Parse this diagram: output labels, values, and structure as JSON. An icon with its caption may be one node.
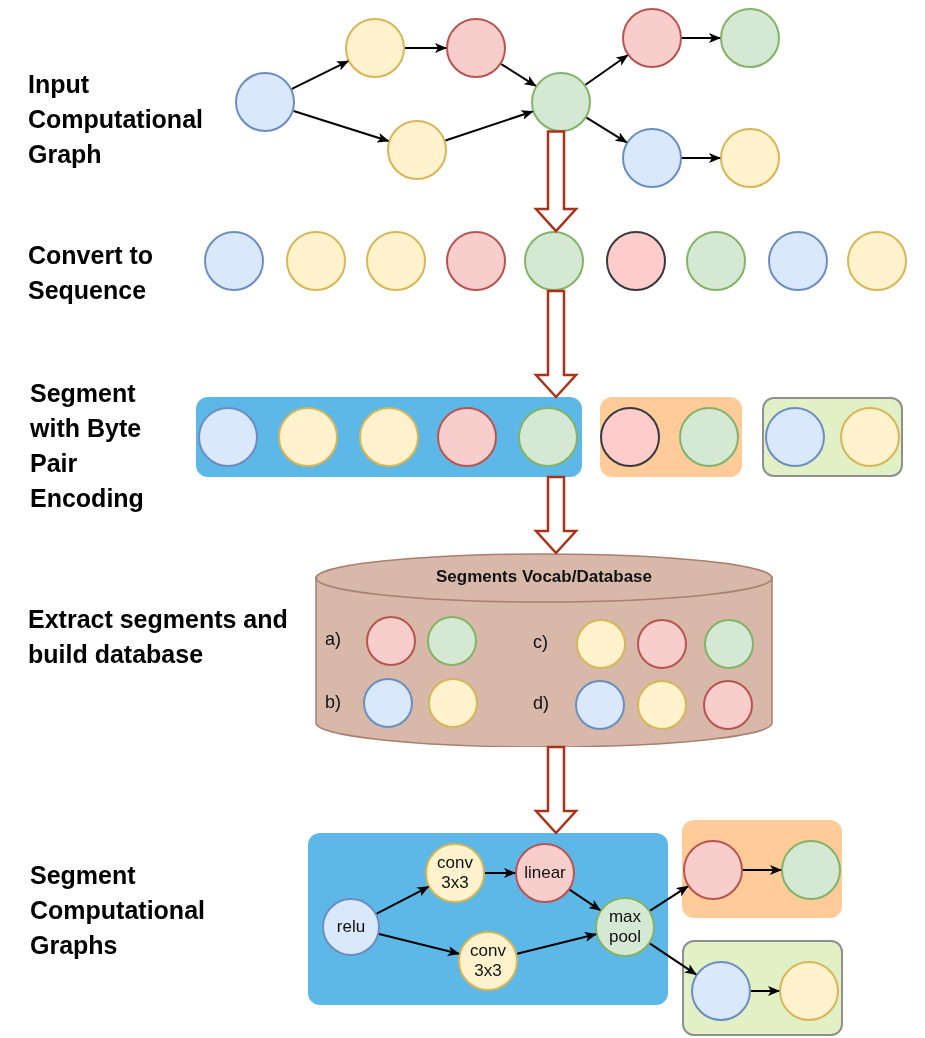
{
  "diagram": {
    "nodes": [
      {
        "text": [],
        "shape": "circle"
      },
      {
        "text": [],
        "shape": "circle"
      },
      {
        "text": [],
        "shape": "circle"
      },
      {
        "text": [],
        "shape": "circle"
      },
      {
        "text": [],
        "shape": "circle"
      },
      {
        "text": [],
        "shape": "circle"
      },
      {
        "text": [],
        "shape": "circle"
      },
      {
        "text": [],
        "shape": "circle"
      },
      {
        "text": [],
        "shape": "circle"
      },
      {
        "text": [],
        "shape": "circle"
      },
      {
        "text": [],
        "shape": "circle"
      },
      {
        "text": [],
        "shape": "circle"
      },
      {
        "text": [],
        "shape": "circle"
      },
      {
        "text": [],
        "shape": "circle"
      },
      {
        "text": [],
        "shape": "circle"
      },
      {
        "text": [],
        "shape": "circle"
      },
      {
        "text": [],
        "shape": "circle"
      },
      {
        "text": [],
        "shape": "circle"
      },
      {
        "text": [],
        "shape": "box"
      },
      {
        "text": [],
        "shape": "circle",
        "in": 18
      },
      {
        "text": [],
        "shape": "circle",
        "in": 18
      },
      {
        "text": [],
        "shape": "circle",
        "in": 18
      },
      {
        "text": [],
        "shape": "circle",
        "in": 18
      },
      {
        "text": [],
        "shape": "circle",
        "in": 18
      },
      {
        "text": [],
        "shape": "box"
      },
      {
        "text": [],
        "shape": "circle",
        "in": 24
      },
      {
        "text": [],
        "shape": "circle",
        "in": 24
      },
      {
        "text": [],
        "shape": "box"
      },
      {
        "text": [],
        "shape": "circle",
        "in": 27
      },
      {
        "text": [],
        "shape": "circle",
        "in": 27
      },
      {
        "text": [
          "Segments Vocab/Database"
        ]
      },
      {
        "text": [],
        "shape": "circle",
        "in": 30
      },
      {
        "text": [],
        "shape": "circle",
        "in": 30
      },
      {
        "text": [],
        "shape": "circle",
        "in": 30
      },
      {
        "text": [],
        "shape": "circle",
        "in": 30
      },
      {
        "text": [],
        "shape": "circle",
        "in": 30
      },
      {
        "text": [],
        "shape": "circle",
        "in": 30
      },
      {
        "text": [],
        "shape": "circle",
        "in": 30
      },
      {
        "text": [],
        "shape": "circle",
        "in": 30
      },
      {
        "text": [],
        "shape": "circle",
        "in": 30
      },
      {
        "text": [],
        "shape": "circle",
        "in": 30
      },
      {
        "text": [],
        "shape": "box"
      },
      {
        "text": [
          "relu"
        ],
        "in": 41
      },
      {
        "text": [
          "conv 3x3"
        ],
        "in": 41
      },
      {
        "text": [
          "linear"
        ],
        "in": 41
      },
      {
        "text": [
          "conv 3x3"
        ],
        "in": 41
      },
      {
        "text": [
          "max pool"
        ],
        "in": 41
      },
      {
        "text": [],
        "shape": "box"
      },
      {
        "text": [],
        "shape": "circle",
        "in": 47
      },
      {
        "text": [],
        "shape": "circle",
        "in": 47
      },
      {
        "text": [],
        "shape": "box"
      },
      {
        "text": [],
        "shape": "circle",
        "in": 50
      },
      {
        "text": [],
        "shape": "circle",
        "in": 50
      }
    ],
    "edges": [
      {
        "from": 0,
        "to": 1,
        "arrow": "to"
      },
      {
        "from": 0,
        "to": 2,
        "arrow": "to"
      },
      {
        "from": 1,
        "to": 3,
        "arrow": "to"
      },
      {
        "from": 3,
        "to": 4,
        "arrow": "to"
      },
      {
        "from": 2,
        "to": 4,
        "arrow": "to"
      },
      {
        "from": 4,
        "to": 5,
        "arrow": "to"
      },
      {
        "from": 4,
        "to": 6,
        "arrow": "to"
      },
      {
        "from": 5,
        "to": 7,
        "arrow": "to"
      },
      {
        "from": 6,
        "to": 8,
        "arrow": "to"
      },
      {
        "from": 4,
        "to": 13,
        "arrow": "to",
        "style": "thick",
        "color": "#a8321a"
      },
      {
        "from": 13,
        "to": 18,
        "arrow": "to",
        "style": "thick",
        "color": "#a8321a"
      },
      {
        "from": 18,
        "to": 30,
        "arrow": "to",
        "style": "thick",
        "color": "#a8321a"
      },
      {
        "from": 30,
        "to": 41,
        "arrow": "to",
        "style": "thick",
        "color": "#a8321a"
      },
      {
        "from": 42,
        "to": 43,
        "arrow": "to"
      },
      {
        "from": 42,
        "to": 45,
        "arrow": "to"
      },
      {
        "from": 43,
        "to": 44,
        "arrow": "to"
      },
      {
        "from": 44,
        "to": 46,
        "arrow": "to"
      },
      {
        "from": 45,
        "to": 46,
        "arrow": "to"
      },
      {
        "from": 46,
        "to": 48,
        "arrow": "to"
      },
      {
        "from": 46,
        "to": 51,
        "arrow": "to"
      },
      {
        "from": 48,
        "to": 49,
        "arrow": "to"
      },
      {
        "from": 51,
        "to": 52,
        "arrow": "to"
      }
    ],
    "labels": [
      "Input Computational Graph",
      "Convert to Sequence",
      "Segment with Byte Pair Encoding",
      "Extract segments and build database",
      "a)",
      "c)",
      "b)",
      "d)",
      "Segment Computational Graphs"
    ]
  }
}
